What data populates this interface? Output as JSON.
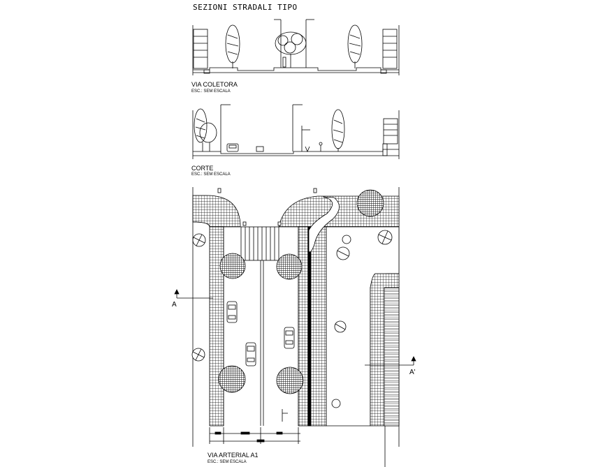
{
  "sheet_title": "SEZIONI STRADALI TIPO",
  "sections": [
    {
      "name": "VIA COLETORA",
      "scale": "ESC.: SEM ESCALA"
    },
    {
      "name": "CORTE",
      "scale": "ESC.: SEM ESCALA"
    }
  ],
  "plan": {
    "name": "VIA ARTERIAL A1",
    "scale": "ESC.: SEM ESCALA"
  },
  "section_markers": {
    "left": "A",
    "right": "A'"
  }
}
